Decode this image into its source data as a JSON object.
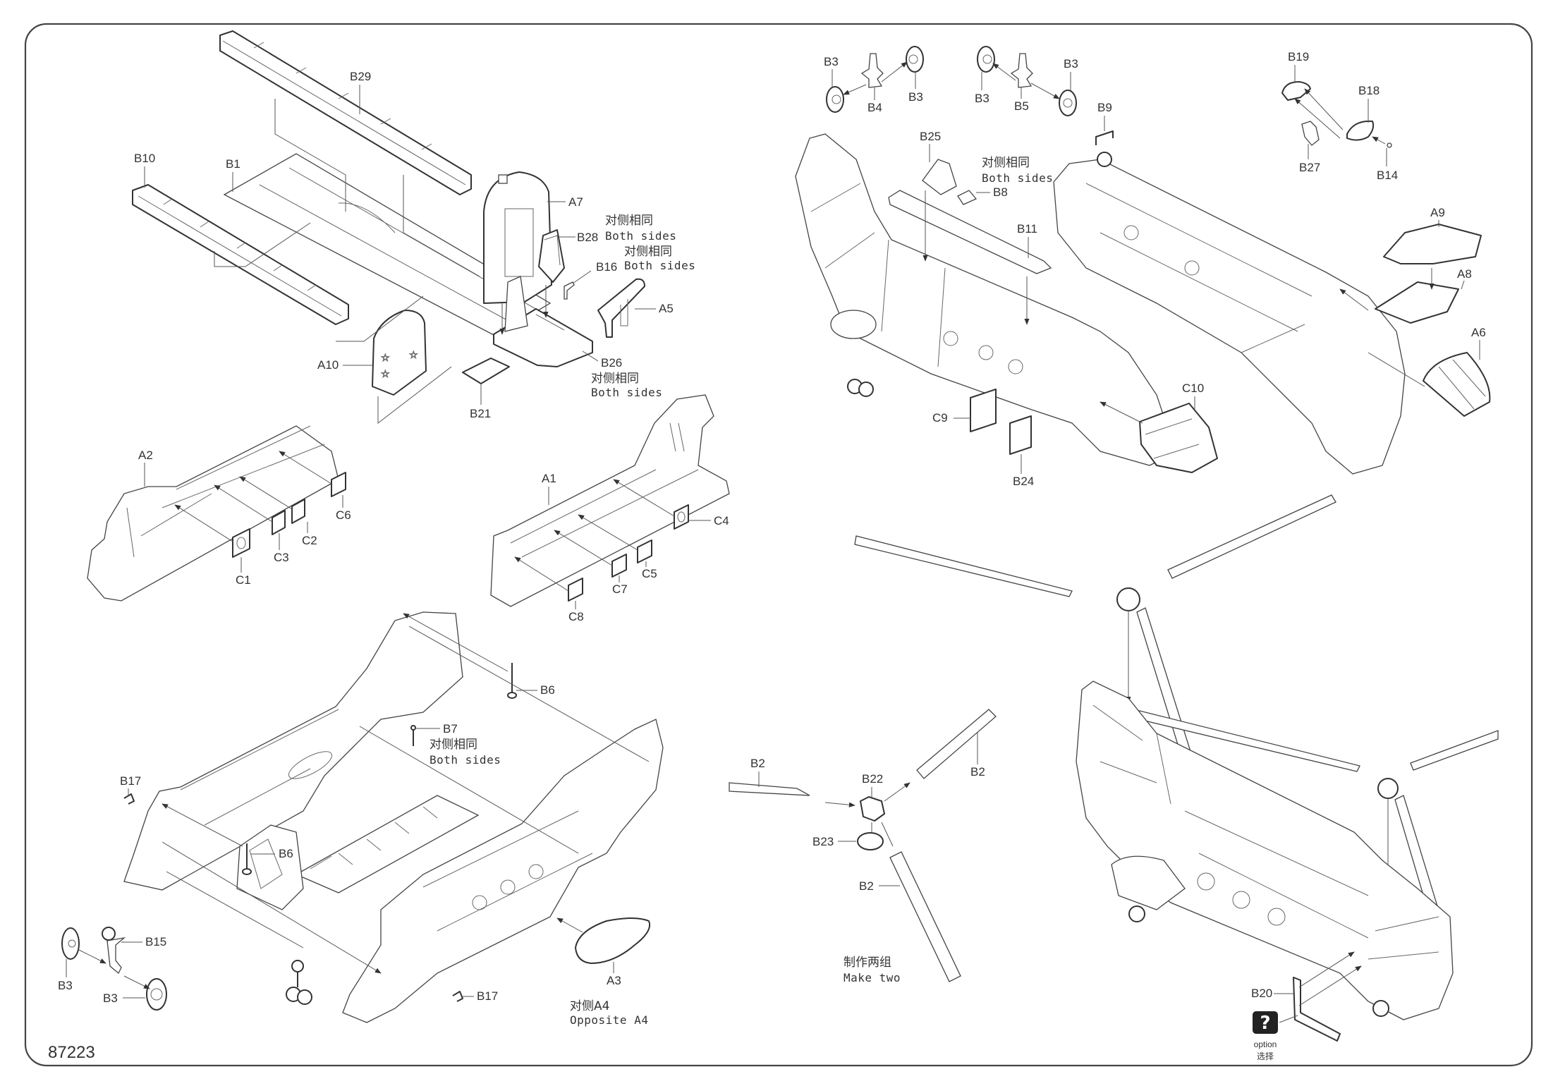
{
  "document": {
    "type": "model kit assembly instructions",
    "code": "87223",
    "notes": {
      "both_sides_cn": "对侧相同",
      "both_sides_en": "Both sides",
      "make_two_cn": "制作两组",
      "make_two_en": "Make two",
      "opposite_a4_cn": "对侧A4",
      "opposite_a4_en": "Opposite A4",
      "option_en": "option",
      "option_cn": "选择",
      "option_icon": "question-mark-icon"
    }
  },
  "sections": {
    "cabin_floor": {
      "labels": [
        "B29",
        "B10",
        "B1",
        "A7",
        "B28",
        "B16",
        "A5",
        "B26",
        "A10",
        "B21"
      ],
      "notes": [
        {
          "part": "B28",
          "cn": "对侧相同",
          "en": "Both sides"
        },
        {
          "part": "A5",
          "cn": "对侧相同",
          "en": "Both sides"
        },
        {
          "part": "B26",
          "cn": "对侧相同",
          "en": "Both sides"
        }
      ]
    },
    "left_fuselage_windows": {
      "labels": [
        "A2",
        "C1",
        "C3",
        "C2",
        "C6"
      ]
    },
    "right_fuselage_windows": {
      "labels": [
        "A1",
        "C4",
        "C5",
        "C7",
        "C8"
      ]
    },
    "fuselage_join": {
      "labels": [
        "B6",
        "B7",
        "B17",
        "B6",
        "B15",
        "B3",
        "B3",
        "B17",
        "A3"
      ],
      "notes": [
        {
          "part": "B7",
          "cn": "对侧相同",
          "en": "Both sides"
        },
        {
          "part": "A3",
          "cn": "对侧A4",
          "en": "Opposite A4"
        }
      ]
    },
    "main_gear": {
      "labels": [
        "B3",
        "B4",
        "B3",
        "B3",
        "B5",
        "B3"
      ]
    },
    "upper_fuselage": {
      "labels": [
        "B25",
        "B8",
        "B11",
        "C9",
        "C10",
        "B24"
      ],
      "notes": [
        {
          "part": "B25",
          "cn": "对侧相同",
          "en": "Both sides"
        }
      ]
    },
    "tail_and_cockpit": {
      "labels": [
        "B9",
        "B19",
        "B18",
        "B27",
        "B14",
        "A9",
        "A8",
        "A6"
      ]
    },
    "rotor_hub": {
      "labels": [
        "B2",
        "B22",
        "B2",
        "B23",
        "B2"
      ],
      "note": {
        "cn": "制作两组",
        "en": "Make two"
      }
    },
    "final_assembly": {
      "labels": [
        "B20"
      ],
      "option": {
        "en": "option",
        "cn": "选择"
      }
    }
  }
}
